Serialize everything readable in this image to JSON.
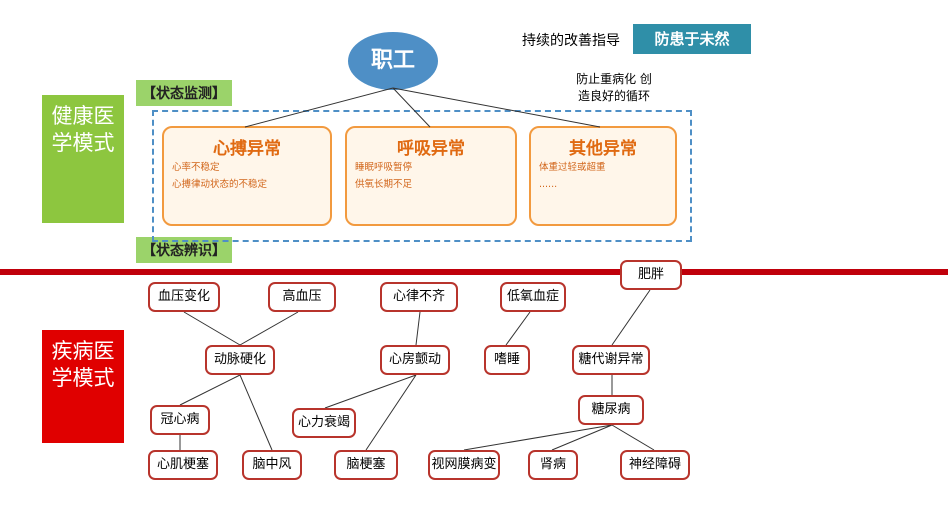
{
  "left": {
    "health": "健康医学模式",
    "disease": "疾病医学模式"
  },
  "top": {
    "employee": "职工",
    "guidance": "持续的改善指导",
    "prevent": "防患于未然",
    "loop": "防止重病化 创造良好的循环"
  },
  "tags": {
    "monitor": "【状态监测】",
    "identify": "【状态辨识】"
  },
  "panels": [
    {
      "title": "心搏异常",
      "lines": [
        "心率不稳定",
        "心搏律动状态的不稳定"
      ]
    },
    {
      "title": "呼吸异常",
      "lines": [
        "睡眠呼吸暂停",
        "供氧长期不足"
      ]
    },
    {
      "title": "其他异常",
      "lines": [
        "体重过轻或超重",
        "......"
      ]
    }
  ],
  "nodes": [
    "血压变化",
    "高血压",
    "心律不齐",
    "低氧血症",
    "肥胖",
    "动脉硬化",
    "心房颤动",
    "嗜睡",
    "糖代谢异常",
    "糖尿病",
    "冠心病",
    "心力衰竭",
    "心肌梗塞",
    "脑中风",
    "脑梗塞",
    "视网膜病变",
    "肾病",
    "神经障碍"
  ]
}
